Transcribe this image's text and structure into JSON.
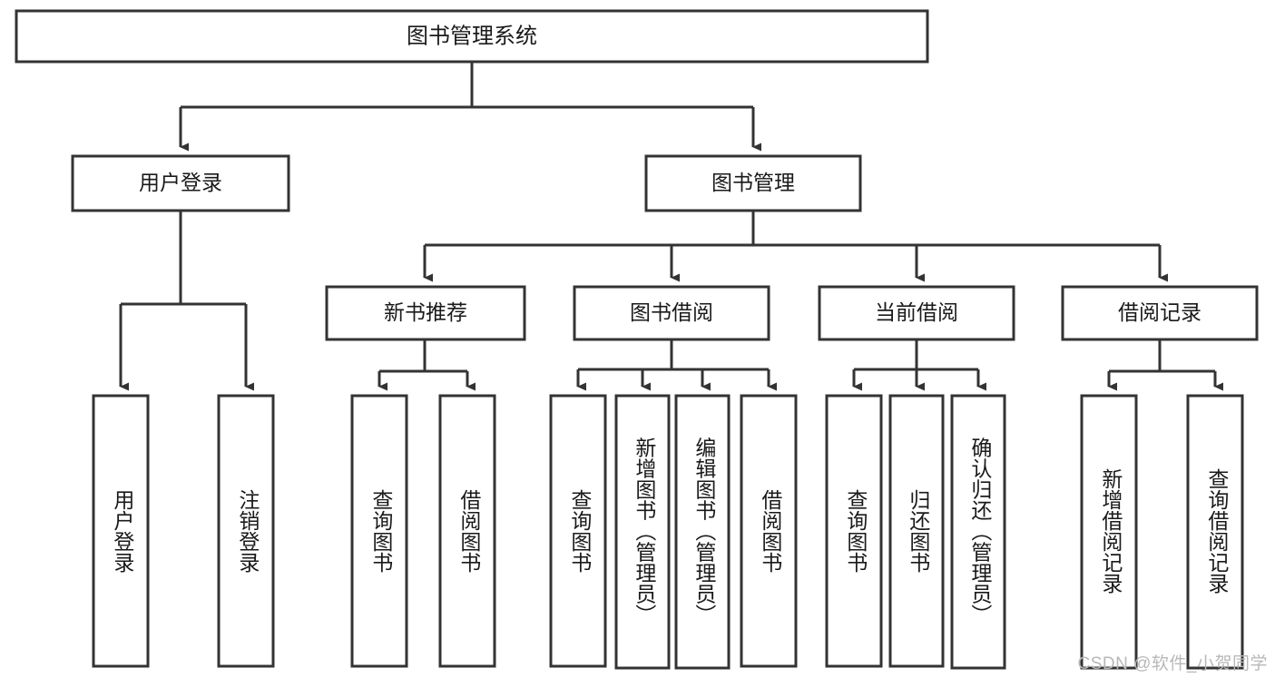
{
  "diagram": {
    "type": "tree-hierarchy",
    "title": "图书管理系统",
    "watermark": "CSDN @软件_小贺同学",
    "colors": {
      "stroke": "#333333",
      "fill": "#ffffff",
      "text": "#1a1a1a",
      "watermark": "#b8b8b8"
    },
    "levels": {
      "level1": [
        {
          "id": "root",
          "label": "图书管理系统"
        }
      ],
      "level2": [
        {
          "id": "user-login",
          "label": "用户登录",
          "parent": "root"
        },
        {
          "id": "book-manage",
          "label": "图书管理",
          "parent": "root"
        }
      ],
      "level3": [
        {
          "id": "new-book-rec",
          "label": "新书推荐",
          "parent": "book-manage"
        },
        {
          "id": "book-borrow",
          "label": "图书借阅",
          "parent": "book-manage"
        },
        {
          "id": "current-borrow",
          "label": "当前借阅",
          "parent": "book-manage"
        },
        {
          "id": "borrow-record",
          "label": "借阅记录",
          "parent": "book-manage"
        }
      ],
      "leaves": [
        {
          "id": "leaf-user-login",
          "label": "用户登录",
          "parent": "user-login"
        },
        {
          "id": "leaf-logout",
          "label": "注销登录",
          "parent": "user-login"
        },
        {
          "id": "leaf-query-book-1",
          "label": "查询图书",
          "parent": "new-book-rec"
        },
        {
          "id": "leaf-borrow-book-1",
          "label": "借阅图书",
          "parent": "new-book-rec"
        },
        {
          "id": "leaf-query-book-2",
          "label": "查询图书",
          "parent": "book-borrow"
        },
        {
          "id": "leaf-add-book",
          "label": "新增图书（管理员）",
          "parent": "book-borrow"
        },
        {
          "id": "leaf-edit-book",
          "label": "编辑图书（管理员）",
          "parent": "book-borrow"
        },
        {
          "id": "leaf-borrow-book-2",
          "label": "借阅图书",
          "parent": "book-borrow"
        },
        {
          "id": "leaf-query-book-3",
          "label": "查询图书",
          "parent": "current-borrow"
        },
        {
          "id": "leaf-return-book",
          "label": "归还图书",
          "parent": "current-borrow"
        },
        {
          "id": "leaf-confirm-return",
          "label": "确认归还（管理员）",
          "parent": "current-borrow"
        },
        {
          "id": "leaf-add-record",
          "label": "新增借阅记录",
          "parent": "borrow-record"
        },
        {
          "id": "leaf-query-record",
          "label": "查询借阅记录",
          "parent": "borrow-record"
        }
      ]
    }
  }
}
